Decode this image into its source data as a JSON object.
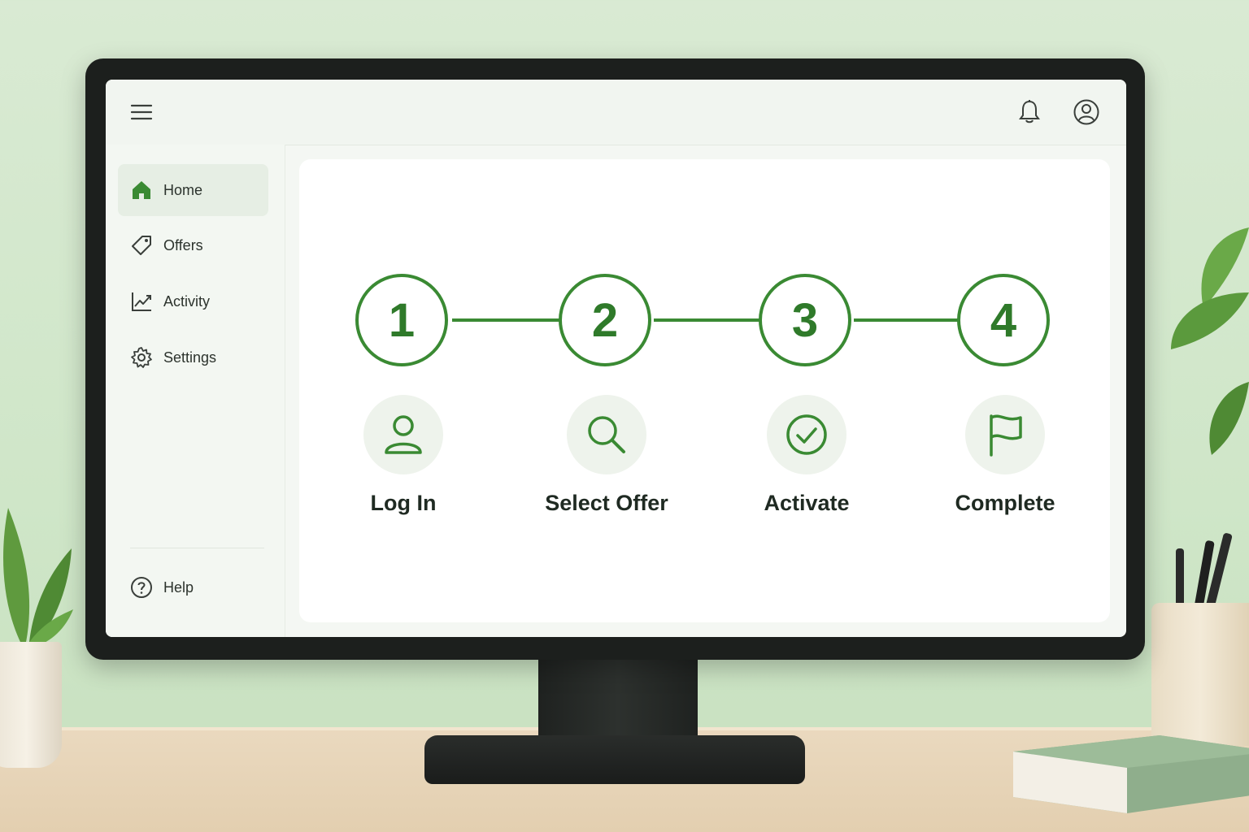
{
  "colors": {
    "accent": "#3a8a33",
    "accent_dark": "#2f7a2a",
    "text": "#2c332d",
    "icon_bg": "#eef3ec"
  },
  "topbar": {
    "menu_icon": "hamburger-menu-icon",
    "notifications_icon": "bell-icon",
    "account_icon": "user-circle-icon"
  },
  "sidebar": {
    "items": [
      {
        "label": "Home",
        "icon": "home-icon",
        "active": true
      },
      {
        "label": "Offers",
        "icon": "tag-icon",
        "active": false
      },
      {
        "label": "Activity",
        "icon": "line-chart-icon",
        "active": false
      },
      {
        "label": "Settings",
        "icon": "gear-icon",
        "active": false
      }
    ],
    "help": {
      "label": "Help",
      "icon": "question-circle-icon"
    }
  },
  "steps": [
    {
      "number": "1",
      "label": "Log In",
      "icon": "person-icon"
    },
    {
      "number": "2",
      "label": "Select Offer",
      "icon": "magnifier-icon"
    },
    {
      "number": "3",
      "label": "Activate",
      "icon": "check-circle-icon"
    },
    {
      "number": "4",
      "label": "Complete",
      "icon": "flag-icon"
    }
  ]
}
